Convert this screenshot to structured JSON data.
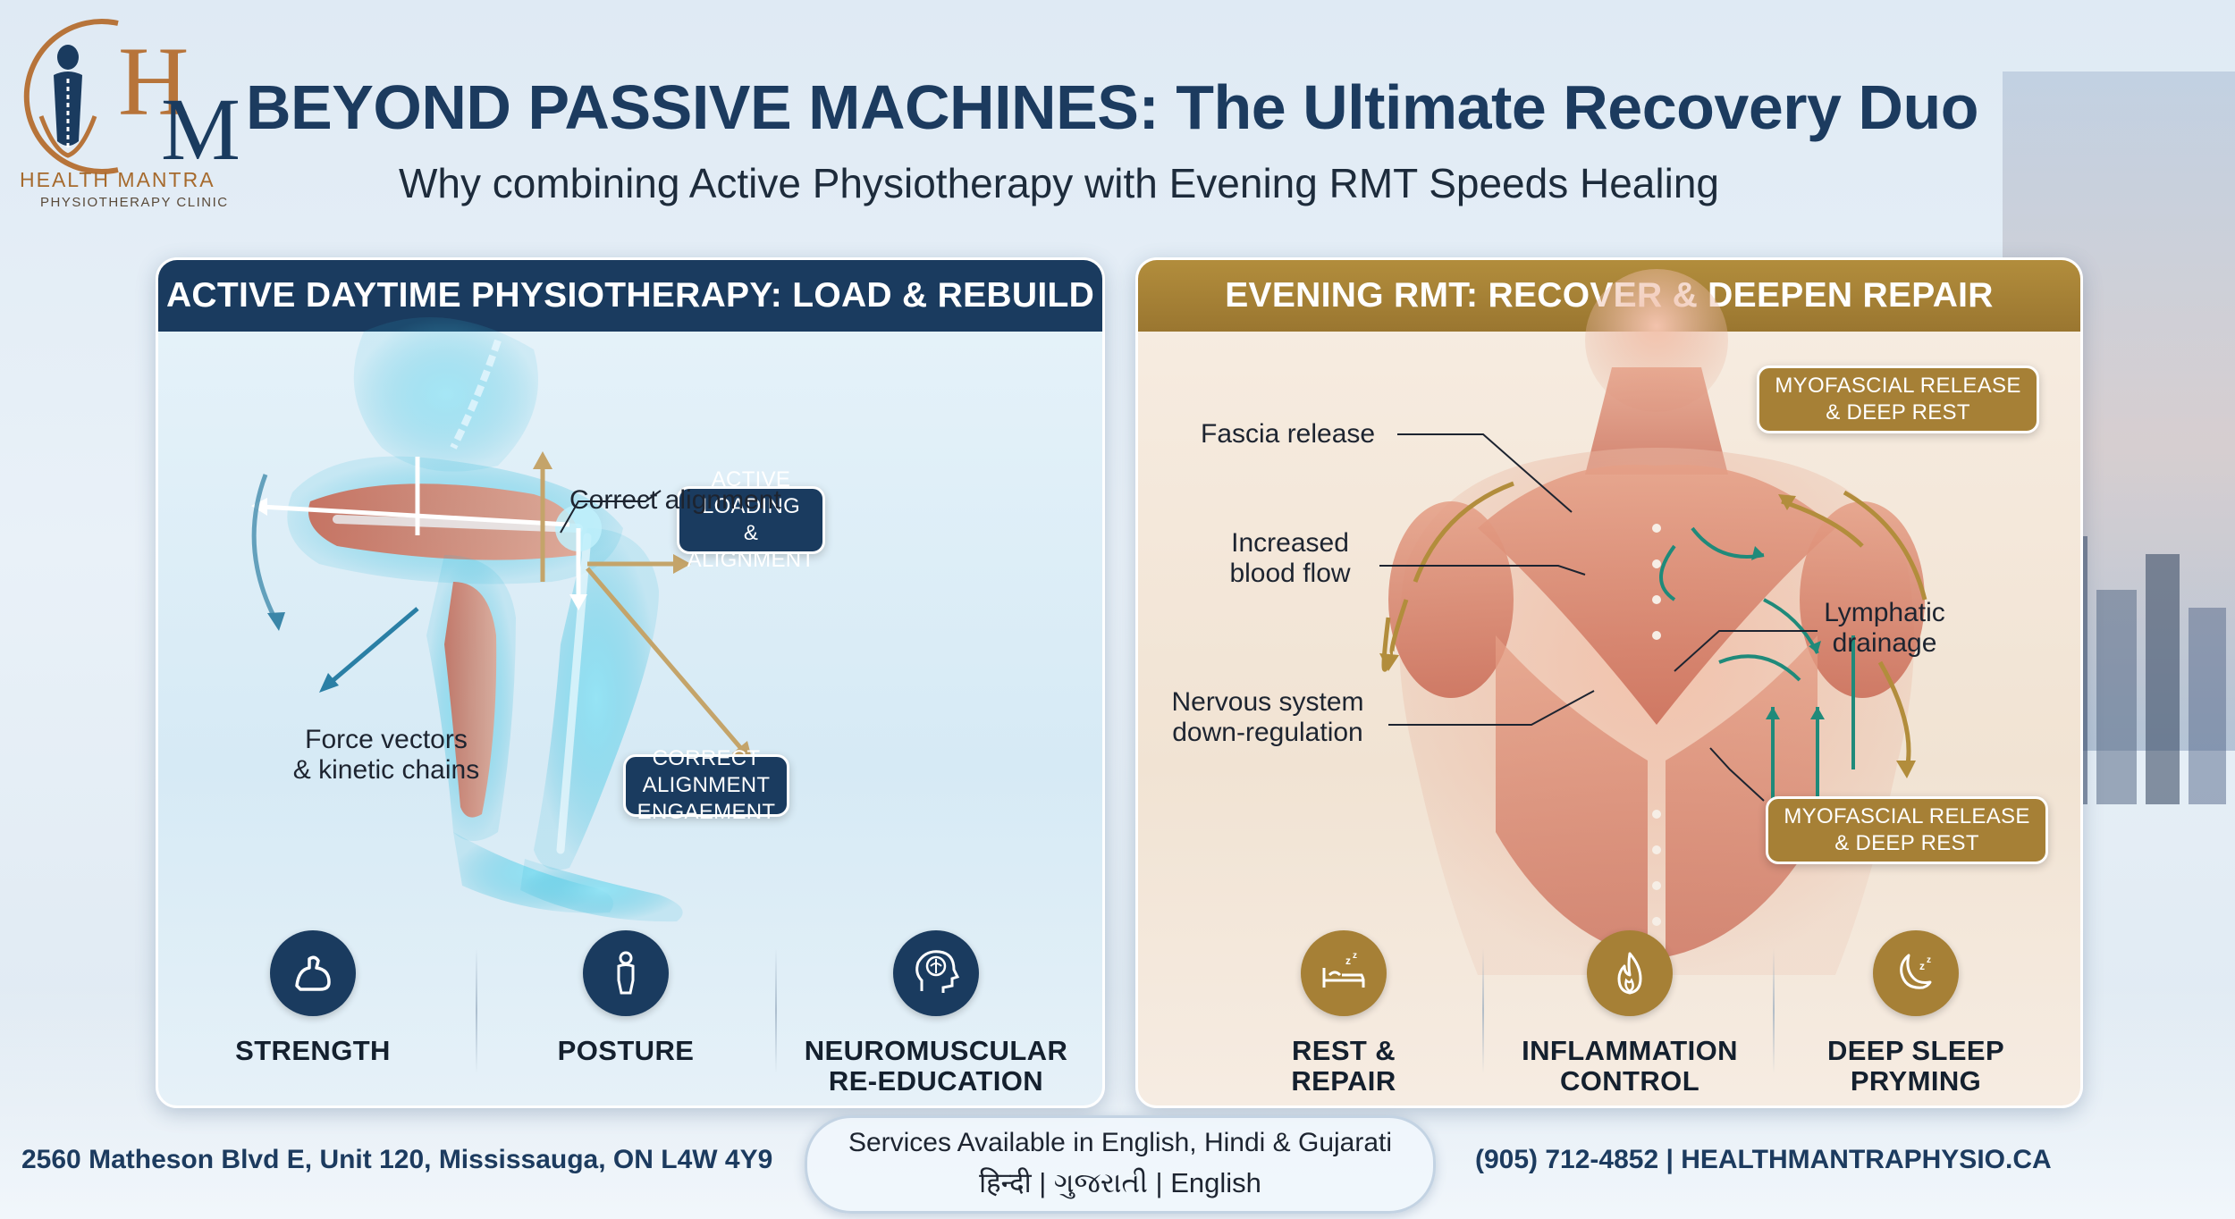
{
  "brand": {
    "name": "HEALTH MANTRA",
    "subtitle": "PHYSIOTHERAPY CLINIC",
    "monogram": "HM"
  },
  "header": {
    "title": "BEYOND PASSIVE MACHINES: The Ultimate Recovery Duo",
    "subtitle": "Why combining Active Physiotherapy with Evening RMT Speeds Healing"
  },
  "left_panel": {
    "heading": "ACTIVE DAYTIME PHYSIOTHERAPY: LOAD & REBUILD",
    "callouts": {
      "top_line1": "ACTIVE LOADING",
      "top_line2": "& ALIGNMENT",
      "bottom_line1": "CORRECT ALIGNMENT",
      "bottom_line2": "ENGAEMENT"
    },
    "labels": {
      "alignment": "Correct alignment",
      "force_line1": "Force vectors",
      "force_line2": "& kinetic chains"
    },
    "features": [
      {
        "line1": "STRENGTH",
        "line2": "",
        "icon": "flexed-arm-icon"
      },
      {
        "line1": "POSTURE",
        "line2": "",
        "icon": "body-figure-icon"
      },
      {
        "line1": "NEUROMUSCULAR",
        "line2": "RE-EDUCATION",
        "icon": "brain-head-icon"
      }
    ]
  },
  "right_panel": {
    "heading": "EVENING RMT: RECOVER & DEEPEN REPAIR",
    "callouts": {
      "top_line1": "MYOFASCIAL RELEASE",
      "top_line2": "& DEEP REST",
      "bottom_line1": "MYOFASCIAL RELEASE",
      "bottom_line2": "& DEEP REST"
    },
    "labels": {
      "fascia": "Fascia release",
      "blood_line1": "Increased",
      "blood_line2": "blood flow",
      "nervous_line1": "Nervous system",
      "nervous_line2": "down-regulation",
      "lymph_line1": "Lymphatic",
      "lymph_line2": "drainage"
    },
    "features": [
      {
        "line1": "REST &",
        "line2": "REPAIR",
        "icon": "bed-sleep-icon"
      },
      {
        "line1": "INFLAMMATION",
        "line2": "CONTROL",
        "icon": "flame-icon"
      },
      {
        "line1": "DEEP SLEEP",
        "line2": "PRYMING",
        "icon": "moon-icon"
      }
    ]
  },
  "footer": {
    "address": "2560 Matheson Blvd E, Unit 120, Mississauga, ON L4W 4Y9",
    "languages_line1": "Services Available in English, Hindi & Gujarati",
    "languages_line2": "हिन्दी | ગુજરાતી | English",
    "contact": "(905) 712-4852 | HEALTHMANTRAPHYSIO.CA"
  },
  "colors": {
    "navy": "#1a3b5f",
    "gold": "#a68036",
    "cyan_glow": "#2fb8d8",
    "muscle": "#d9826a"
  }
}
